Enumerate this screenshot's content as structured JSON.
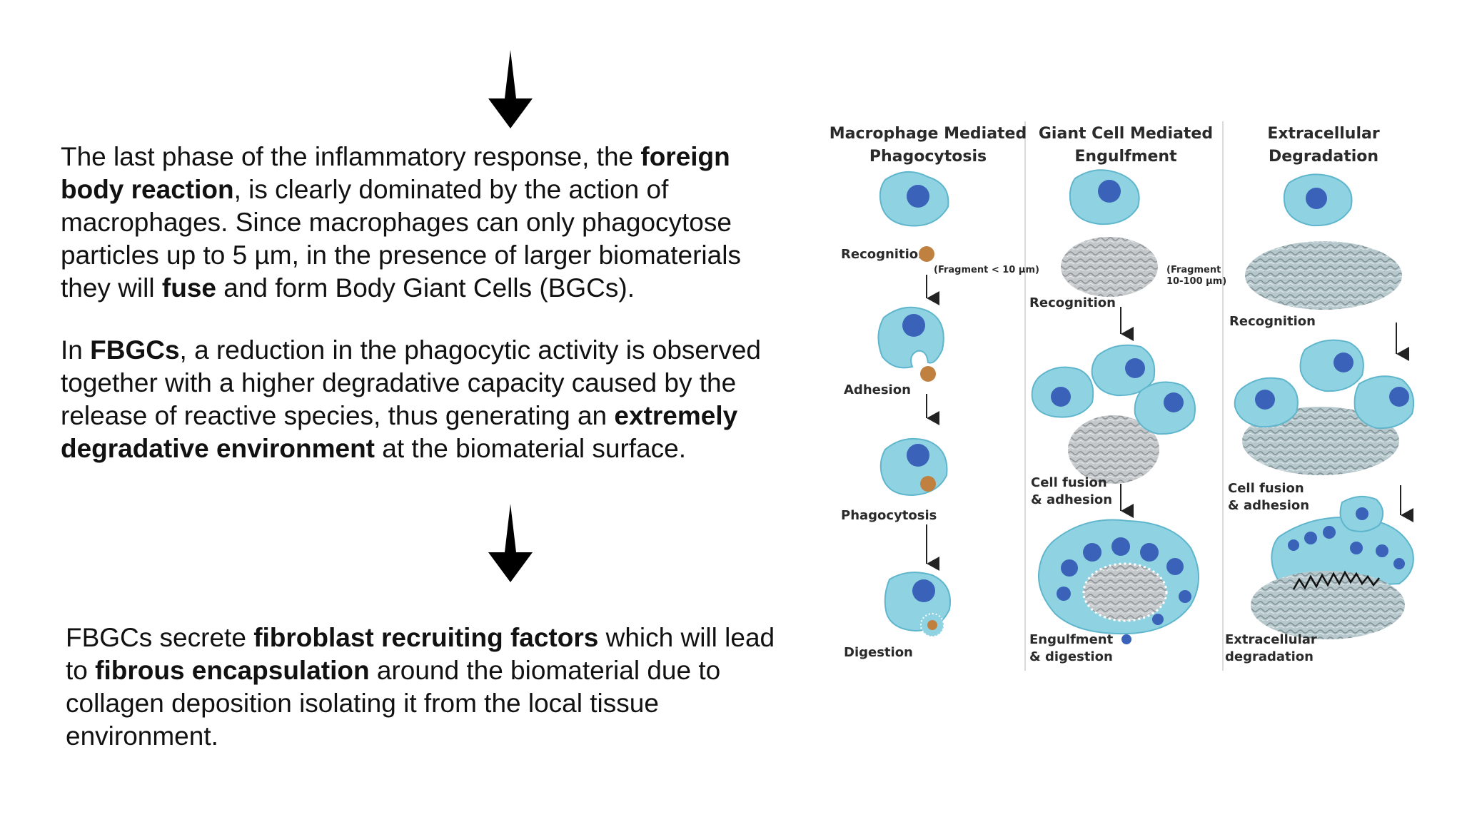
{
  "para1": {
    "s1": "The last phase of the inflammatory response, the ",
    "b1": "foreign body reaction",
    "s2": ", is clearly dominated by the action of macrophages. Since macrophages can only phagocytose particles up to 5 µm, in the presence of larger biomaterials they will ",
    "b2": "fuse",
    "s3": " and form Body Giant Cells (BGCs)."
  },
  "para2": {
    "s1": "In ",
    "b1": "FBGCs",
    "s2": ", a reduction in the phagocytic activity is observed together with a higher degradative capacity caused by the release of reactive species, thus generating an ",
    "b2": "extremely degradative environment",
    "s3": " at the biomaterial surface."
  },
  "para3": {
    "s1": "FBGCs secrete ",
    "b1": "fibroblast recruiting factors",
    "s2": " which will lead to ",
    "b2": "fibrous encapsulation",
    "s3": " around the biomaterial due to collagen deposition isolating it from the local tissue environment."
  },
  "figure": {
    "columns": [
      {
        "title_line1": "Macrophage Mediated",
        "title_line2": "Phagocytosis"
      },
      {
        "title_line1": "Giant Cell Mediated",
        "title_line2": "Engulfment"
      },
      {
        "title_line1": "Extracellular",
        "title_line2": "Degradation"
      }
    ],
    "col1": {
      "recognition": "Recognition",
      "fragment_note": "(Fragment < 10 µm)",
      "adhesion": "Adhesion",
      "phagocytosis": "Phagocytosis",
      "digestion": "Digestion"
    },
    "col2": {
      "fragment_note_l1": "(Fragment",
      "fragment_note_l2": "10-100 µm)",
      "recognition": "Recognition",
      "fusion_l1": "Cell fusion",
      "fusion_l2": "& adhesion",
      "engulf_l1": "Engulfment",
      "engulf_l2": "& digestion"
    },
    "col3": {
      "recognition": "Recognition",
      "fusion_l1": "Cell fusion",
      "fusion_l2": "& adhesion",
      "degr_l1": "Extracellular",
      "degr_l2": "degradation"
    }
  },
  "colors": {
    "cell": "#8fd3e3",
    "cell_edge": "#5fb6cc",
    "nucleus": "#3a62b8",
    "particle": "#c0803f",
    "biomaterial": "#bfc3c6",
    "text": "#111111"
  }
}
